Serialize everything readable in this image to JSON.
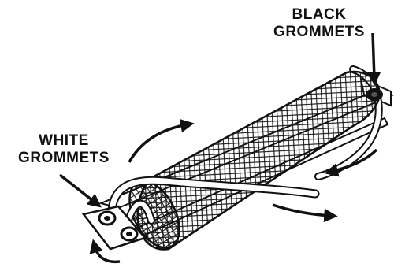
{
  "labels": {
    "black_grommets": {
      "line1": "BLACK",
      "line2": "GROMMETS"
    },
    "white_grommets": {
      "line1": "WHITE",
      "line2": "GROMMETS"
    }
  },
  "colors": {
    "ink": "#111111",
    "background": "#ffffff",
    "black_grommet": "#111111",
    "white_grommet": "#ffffff"
  }
}
